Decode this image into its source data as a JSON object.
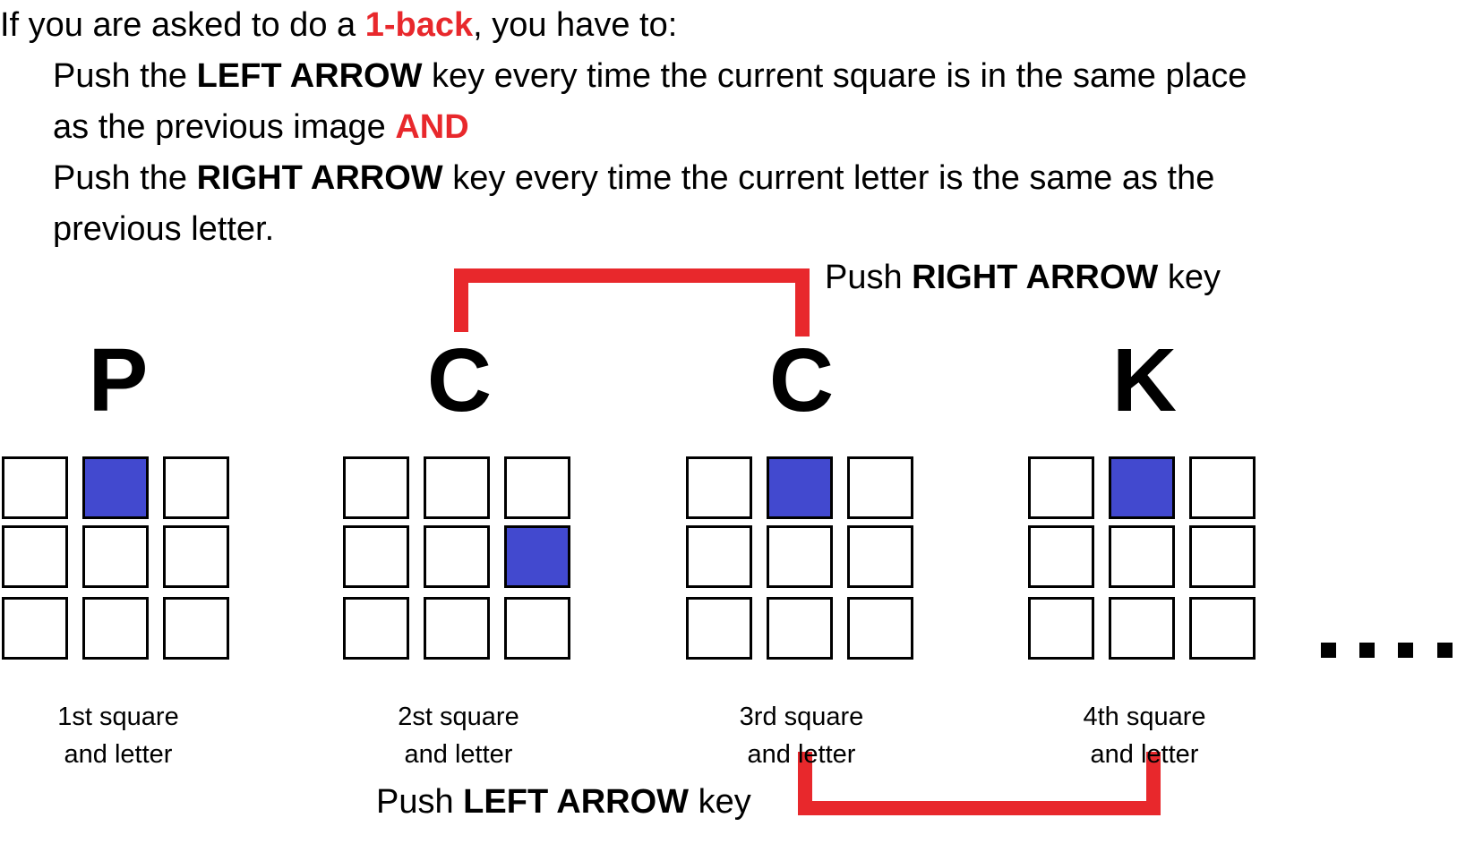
{
  "intro": {
    "prefix": "If you are asked to do a ",
    "highlight": "1-back",
    "suffix": ", you have to:"
  },
  "rule_left": {
    "part1": "Push the ",
    "key": "LEFT ARROW",
    "part2": " key every time the current square is in the same place",
    "line2": "as the previous image ",
    "connector": "AND"
  },
  "rule_right": {
    "part1": "Push the ",
    "key": "RIGHT ARROW",
    "part2": " key every time the current letter is the same as the",
    "line2": "previous letter."
  },
  "sequence": [
    {
      "letter": "P",
      "active_cell": 1,
      "caption_line1": "1st square",
      "caption_line2": "and letter"
    },
    {
      "letter": "C",
      "active_cell": 5,
      "caption_line1": "2st square",
      "caption_line2": "and letter"
    },
    {
      "letter": "C",
      "active_cell": 1,
      "caption_line1": "3rd square",
      "caption_line2": "and letter"
    },
    {
      "letter": "K",
      "active_cell": 1,
      "caption_line1": "4th square",
      "caption_line2": "and letter"
    }
  ],
  "callout_right": {
    "prefix": "Push ",
    "key": "RIGHT ARROW",
    "suffix": " key"
  },
  "callout_left": {
    "prefix": "Push ",
    "key": "LEFT ARROW",
    "suffix": " key"
  },
  "continuation": "....",
  "colors": {
    "highlight_red": "#e8282c",
    "active_square_blue": "#4249cf",
    "outline": "#000000"
  }
}
